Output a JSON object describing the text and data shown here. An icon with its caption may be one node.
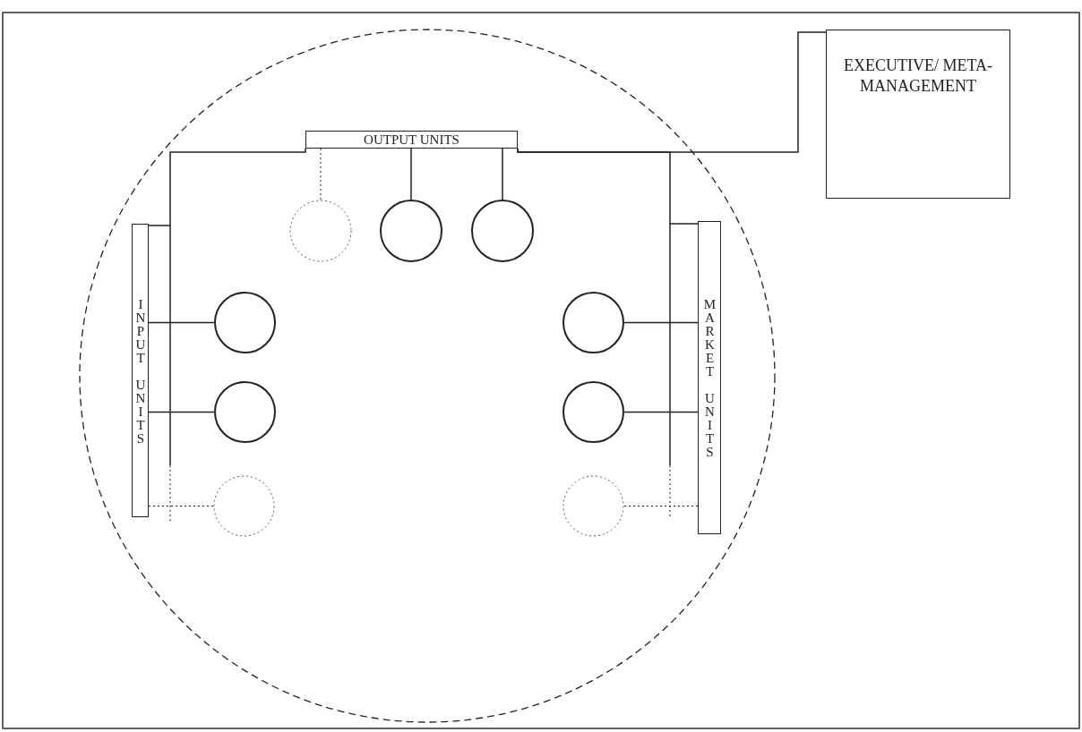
{
  "diagram": {
    "nodes": [
      {
        "text": [],
        "shape": "circle"
      },
      {
        "text": [
          "OUTPUT UNITS"
        ],
        "in": 0
      },
      {
        "text": [
          "INPUT UNITS"
        ],
        "in": 0
      },
      {
        "text": [
          "MARKET UNITS"
        ],
        "in": 0
      },
      {
        "text": [
          "EXECUTIVE/ META- MANAGEMENT"
        ]
      },
      {
        "text": [],
        "shape": "circle",
        "in": 0
      },
      {
        "text": [],
        "shape": "circle",
        "in": 0
      },
      {
        "text": [],
        "shape": "circle",
        "in": 0
      },
      {
        "text": [],
        "shape": "circle",
        "in": 0
      },
      {
        "text": [],
        "shape": "circle",
        "in": 0
      },
      {
        "text": [],
        "shape": "circle",
        "in": 0
      },
      {
        "text": [],
        "shape": "circle",
        "in": 0
      },
      {
        "text": [],
        "shape": "circle",
        "in": 0
      },
      {
        "text": [],
        "shape": "circle",
        "in": 0
      }
    ],
    "edges": [
      {
        "from": 4,
        "to": 1,
        "arrow": "none"
      },
      {
        "from": 2,
        "to": 1,
        "arrow": "none"
      },
      {
        "from": 3,
        "to": 1,
        "arrow": "none"
      },
      {
        "from": 5,
        "to": 1,
        "arrow": "none",
        "style": "dashed"
      },
      {
        "from": 6,
        "to": 1,
        "arrow": "none"
      },
      {
        "from": 7,
        "to": 1,
        "arrow": "none"
      },
      {
        "from": 8,
        "to": 2,
        "arrow": "none"
      },
      {
        "from": 9,
        "to": 2,
        "arrow": "none"
      },
      {
        "from": 10,
        "to": 2,
        "arrow": "none",
        "style": "dashed"
      },
      {
        "from": 11,
        "to": 3,
        "arrow": "none"
      },
      {
        "from": 12,
        "to": 3,
        "arrow": "none"
      },
      {
        "from": 13,
        "to": 3,
        "arrow": "none",
        "style": "dashed"
      }
    ]
  }
}
